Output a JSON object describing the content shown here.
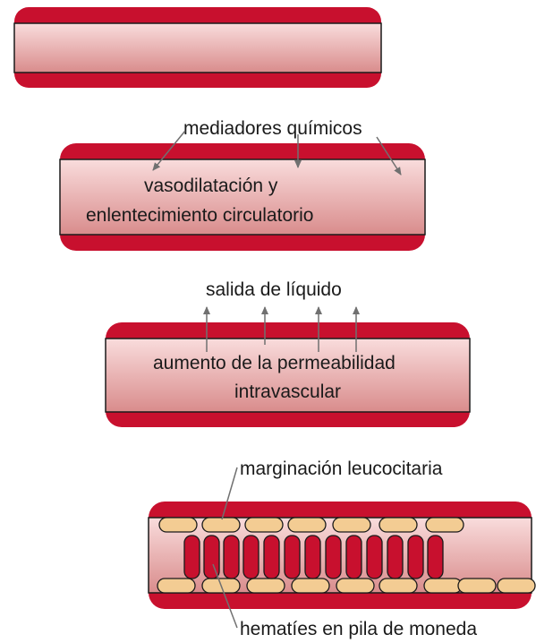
{
  "colors": {
    "wall": "#c8102e",
    "lumen_top": "#f9dcdc",
    "lumen_bottom": "#d98c8c",
    "outline": "#1a1a1a",
    "arrow": "#707070",
    "rbc": "#c8102e",
    "leukocyte": "#f3cc93"
  },
  "labels": {
    "mediators": "mediadores químicos",
    "vasodilation_line1": "vasodilatación y",
    "vasodilation_line2": "enlentecimiento circulatorio",
    "fluid_exit": "salida de líquido",
    "permeability_line1": "aumento de la permeabilidad",
    "permeability_line2": "intravascular",
    "margination": "marginación leucocitaria",
    "rouleaux": "hematíes en pila de moneda"
  }
}
